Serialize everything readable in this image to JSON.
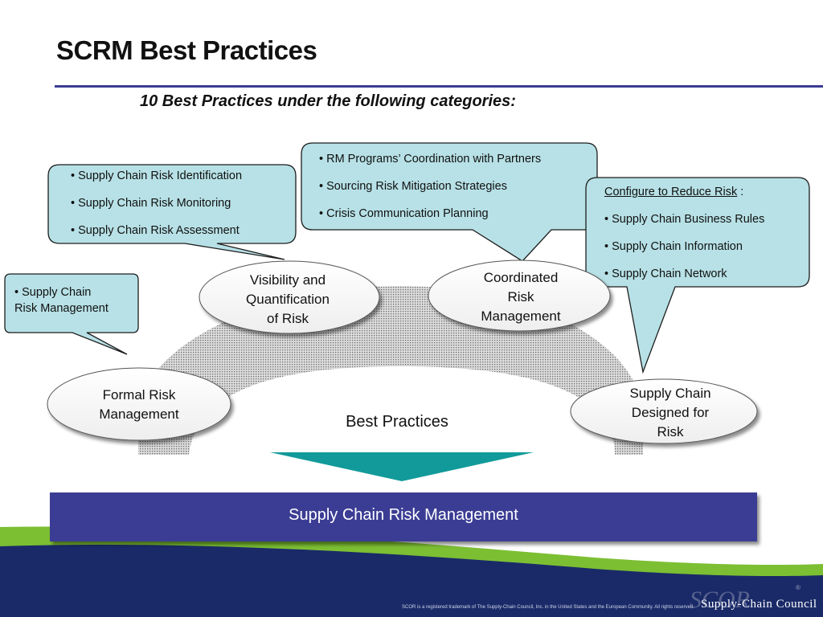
{
  "title": "SCRM Best Practices",
  "subtitle": "10 Best Practices under the following categories:",
  "callouts": {
    "scrm": {
      "items": [
        "• Supply Chain",
        "Risk Management"
      ]
    },
    "visibility": {
      "items": [
        "• Supply Chain Risk Identification",
        "• Supply Chain Risk Monitoring",
        "• Supply Chain Risk Assessment"
      ]
    },
    "coordinated": {
      "items": [
        "• RM Programs’ Coordination with Partners",
        "• Sourcing Risk Mitigation Strategies",
        "• Crisis Communication Planning"
      ]
    },
    "designed": {
      "heading": "Configure to Reduce Risk",
      "heading_suffix": " :",
      "items": [
        "• Supply Chain Business Rules",
        "• Supply Chain Information",
        "• Supply Chain Network"
      ]
    }
  },
  "ovals": {
    "formal": [
      "Formal Risk",
      "Management"
    ],
    "visibility": [
      "Visibility and",
      "Quantification",
      "of Risk"
    ],
    "coordinated": [
      "Coordinated",
      "Risk",
      "Management"
    ],
    "designed": [
      "Supply Chain",
      "Designed for",
      "Risk"
    ]
  },
  "center_label": "Best Practices",
  "banner": "Supply Chain Risk Management",
  "footer": {
    "note": "SCOR is a registered trademark of The Supply-Chain Council, Inc. in the United States and the European Community. All rights reserved.",
    "logo_mark": "SCOR",
    "logo_reg": "®",
    "logo_name": "Supply-Chain Council"
  },
  "colors": {
    "callout_fill": "#b7e1e6",
    "banner": "#3b3c94",
    "arrow": "#129a9a",
    "footer_bg": "#1a2a68",
    "footer_green": "#7cbf33"
  }
}
